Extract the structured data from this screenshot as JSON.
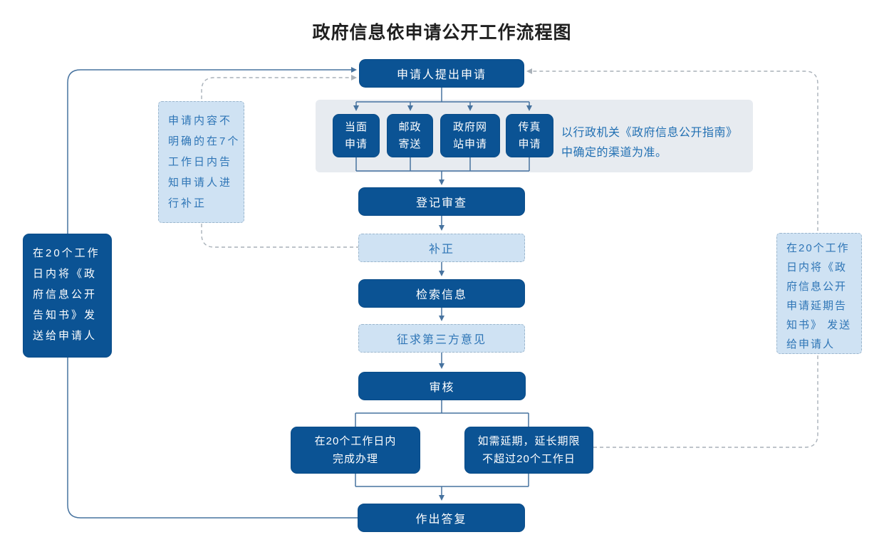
{
  "title": "政府信息依申请公开工作流程图",
  "colors": {
    "primary_box_fill": "#0b5394",
    "light_box_fill": "#cfe2f3",
    "light_box_border": "#9bb6cd",
    "panel_background": "#e7ebf0",
    "solid_line": "#47739f",
    "dashed_line": "#a9b1b9",
    "blue_text": "#2e75b6",
    "title_text": "#1f1f1f"
  },
  "nodes": {
    "apply": "申请人提出申请",
    "register": "登记审查",
    "supplement": "补正",
    "search": "检索信息",
    "third_party": "征求第三方意见",
    "review": "审核",
    "complete": "在20个工作日内\n完成办理",
    "extend": "如需延期，延长期限\n不超过20个工作日",
    "reply": "作出答复"
  },
  "methods": [
    {
      "label": "当面\n申请"
    },
    {
      "label": "邮政\n寄送"
    },
    {
      "label": "政府网\n站申请"
    },
    {
      "label": "传真\n申请"
    }
  ],
  "notes": {
    "channel": "以行政机关《政府信息公开指南》\n中确定的渠道为准。",
    "disclosure_notice": "在20个工作\n日内将《政\n府信息公开\n告知书》发\n送给申请人",
    "supplement_notice": "申请内容不\n明确的在7个\n工作日内告\n知申请人进\n行补正",
    "extension_notice": "在20个工作\n日内将《政\n府信息公开\n申请延期告\n知书》 发送\n给申请人"
  }
}
